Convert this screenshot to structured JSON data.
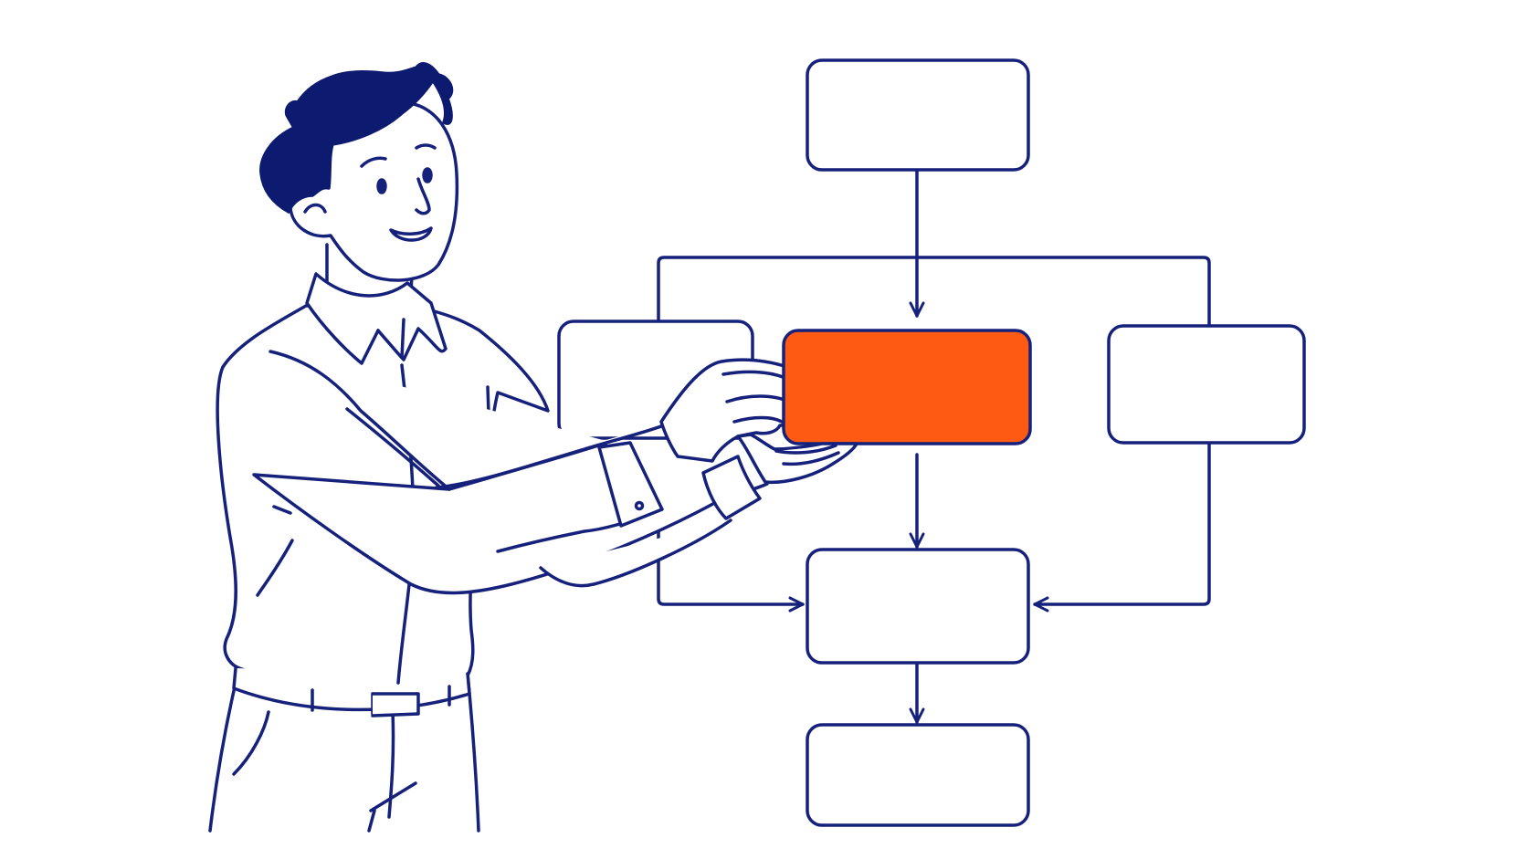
{
  "illustration": {
    "stroke_color": "#15217a",
    "hair_color": "#0c1a70",
    "highlight_color": "#ff5a14",
    "background": "#ffffff",
    "highlighted_box": "box-center-middle",
    "person": "man-holding-orange-box"
  },
  "flowchart": {
    "boxes": [
      {
        "id": "box-top",
        "label": ""
      },
      {
        "id": "box-left",
        "label": ""
      },
      {
        "id": "box-center-middle",
        "label": ""
      },
      {
        "id": "box-right",
        "label": ""
      },
      {
        "id": "box-lower",
        "label": ""
      },
      {
        "id": "box-bottom",
        "label": ""
      }
    ],
    "connections": [
      {
        "from": "box-top",
        "to": "box-center-middle",
        "arrow": true
      },
      {
        "from": "box-top",
        "to": "box-left",
        "arrow": false
      },
      {
        "from": "box-top",
        "to": "box-right",
        "arrow": false
      },
      {
        "from": "box-center-middle",
        "to": "box-lower",
        "arrow": true
      },
      {
        "from": "box-left",
        "to": "box-lower",
        "arrow": true
      },
      {
        "from": "box-right",
        "to": "box-lower",
        "arrow": true
      },
      {
        "from": "box-lower",
        "to": "box-bottom",
        "arrow": true
      }
    ]
  }
}
